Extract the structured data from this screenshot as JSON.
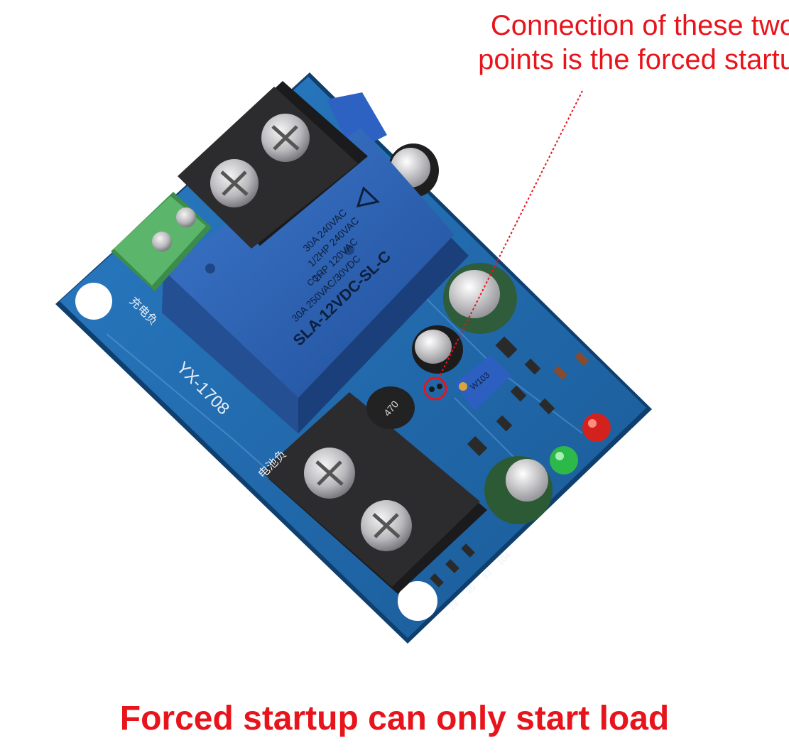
{
  "annotation": {
    "line1": "Connection of these two",
    "line2": "points is the forced startu",
    "color": "#e8141c"
  },
  "caption": "Forced startup can only start load",
  "board": {
    "model": "YX-1708",
    "relay_lines": [
      "SLA-12VDC-SL-C",
      "30A 250VAC/30VDC",
      "1HP 120VAC",
      "1/2HP 240VAC",
      "30A 240VAC"
    ],
    "relay_logo": "CQC",
    "pot_label": "W103",
    "inductor_label": "470",
    "terminal_top_label": "充电负",
    "terminal_bottom_label": "电池负",
    "silk_numbers": [
      "22",
      "20",
      "33",
      "104"
    ],
    "pcb_color": "#1f5fa3",
    "relay_color": "#2f63b5",
    "terminal_color": "#2c2c2e",
    "green_terminal_color": "#5bb56a"
  }
}
